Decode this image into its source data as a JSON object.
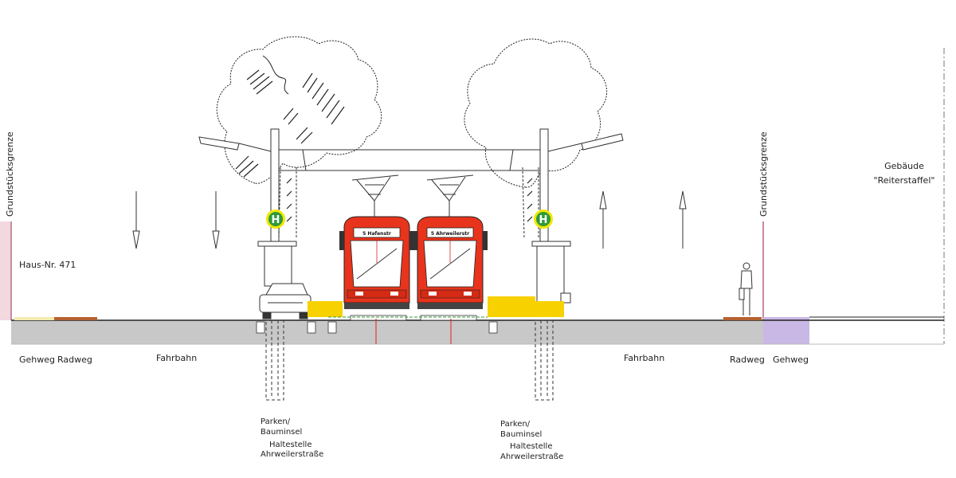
{
  "labels": {
    "grundstuecksgrenze_left": "Grundstücksgrenze",
    "grundstuecksgrenze_right": "Grundstücksgrenze",
    "haus_nr": "Haus-Nr. 471",
    "gebaeude_line1": "Gebäude",
    "gebaeude_line2": "\"Reiterstaffel\"",
    "gehweg_left": "Gehweg",
    "radweg_left": "Radweg",
    "fahrbahn_left": "Fahrbahn",
    "fahrbahn_right": "Fahrbahn",
    "radweg_right": "Radweg",
    "gehweg_right": "Gehweg",
    "parken_left_1": "Parken/",
    "parken_left_2": "Bauminsel",
    "parken_left_3": "Haltestelle",
    "parken_left_4": "Ahrweilerstraße",
    "parken_right_1": "Parken/",
    "parken_right_2": "Bauminsel",
    "parken_right_3": "Haltestelle",
    "parken_right_4": "Ahrweilerstraße"
  },
  "trams": {
    "left_destination": "5 Hafenstr",
    "right_destination": "5 Ahrweilerstr",
    "color": "#e8341c"
  },
  "stop_sign": {
    "letter": "H",
    "ring_color": "#f2e600",
    "fill_color": "#2f9a3a"
  },
  "colors": {
    "road": "#c8c8c8",
    "platform": "#f7d100",
    "grundstueck_line": "#c98aa0",
    "grundstueck_fill": "#f2d8df",
    "radweg": "#b5612f",
    "gehweg_right_fill": "#c9b8e6",
    "track_center": "#e02020"
  }
}
